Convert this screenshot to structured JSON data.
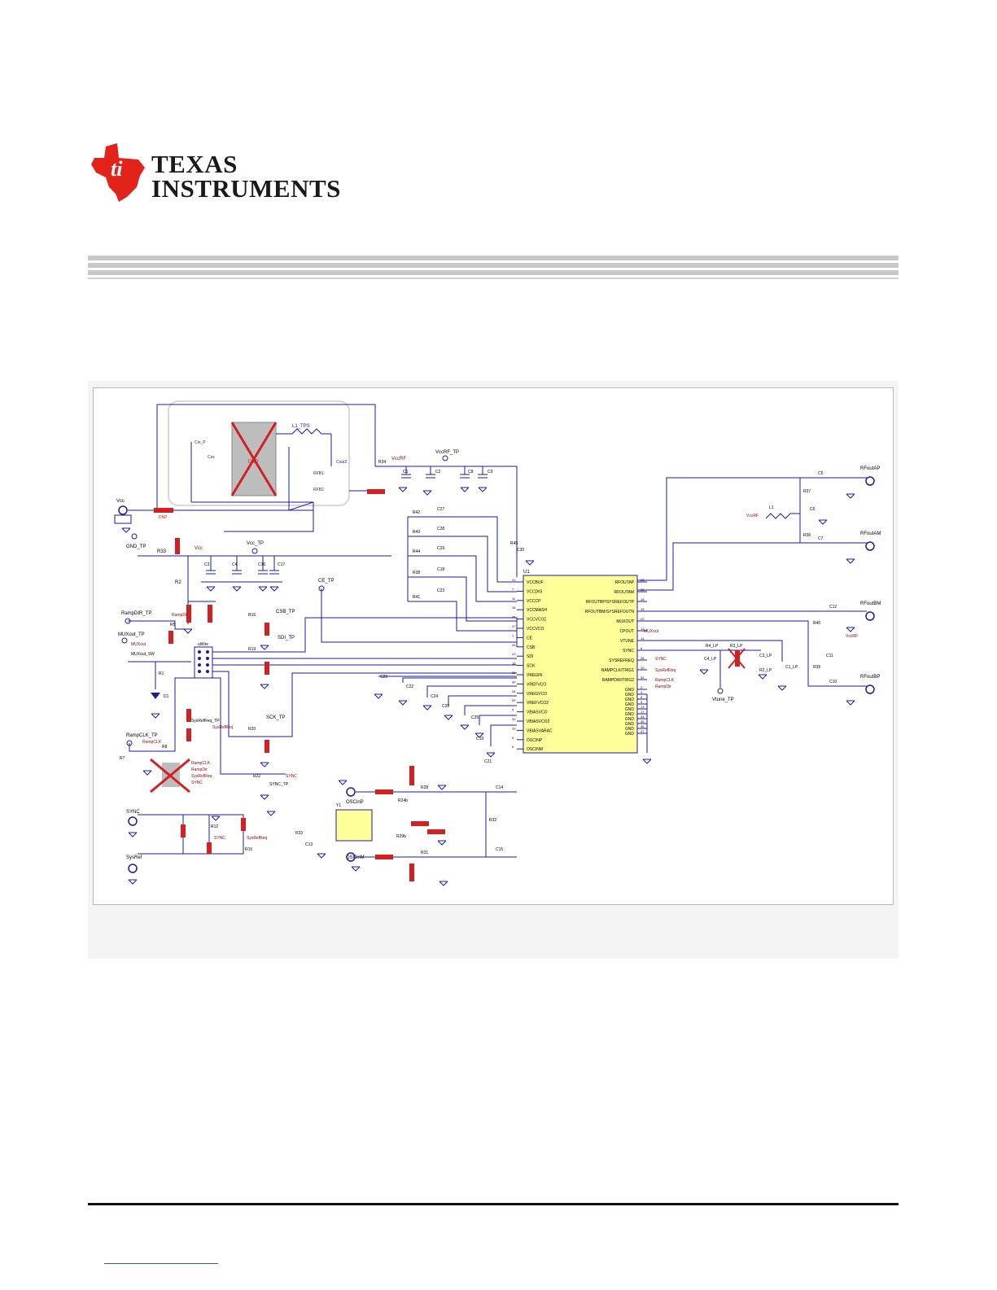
{
  "brand": {
    "line1": "Texas",
    "line2": "Instruments"
  },
  "colors": {
    "wire": "#1c1c9a",
    "dnp": "#d42020",
    "chip": "#ffff99",
    "logo_red": "#e2231a",
    "net": "#8b0000"
  },
  "ic": {
    "name": "U1",
    "left_pins": [
      "VCCBUF",
      "VCCDIG",
      "VCCCP",
      "VCCMASH",
      "VCCVCO2",
      "VCCVCO",
      "CE",
      "CSB",
      "SDI",
      "SCK",
      "VREGIN",
      "VREFVCO",
      "VREGVCO",
      "VREFVCO2",
      "VBIASVCO",
      "VBIASVCO2",
      "VBIASVARAC",
      "OSCINP",
      "OSCINM"
    ],
    "left_nums": [
      "21",
      "7",
      "11",
      "15",
      "26",
      "27",
      "1",
      "24",
      "23",
      "16",
      "25",
      "30",
      "28",
      "29",
      "3",
      "31",
      "33",
      "5",
      "6"
    ],
    "right_pins": [
      "RFOUTAP",
      "RFOUTAM",
      "RFOUTBP/SYSREFOUTP",
      "RFOUTBM/SYSREFOUTN",
      "MUXOUT",
      "CPOUT",
      "VTUNE",
      "SYNC",
      "SYSREFREQ",
      "RAMPCLK/TRIG1",
      "RAMPDIR/TRIG2",
      "GND",
      "GND",
      "GND",
      "GND",
      "GND",
      "GND",
      "GND",
      "GND",
      "GND",
      "GND"
    ],
    "right_nums": [
      "23",
      "22",
      "18",
      "19",
      "20",
      "12",
      "14",
      "6",
      "28",
      "10",
      "32",
      "2",
      "4",
      "8",
      "9",
      "13",
      "17",
      "34",
      "35",
      "36",
      "37"
    ]
  },
  "labels": {
    "vcc": "Vcc",
    "gnd_tp": "GND_TP",
    "vcc_tp": "Vcc_TP",
    "vccrf_tp": "VccRF_TP",
    "ce_tp": "CE_TP",
    "csb_tp": "CSB_TP",
    "sdi_tp": "SDI_TP",
    "sck_tp": "SCK_TP",
    "sync_tp": "SYNC_TP",
    "rampdir_tp": "RampDIR_TP",
    "muxout_tp": "MUXout_TP",
    "rampclk_tp": "RampCLK_TP",
    "sysrefreq_tp": "SysRefReq_TP",
    "vtune_tp": "Vtune_TP",
    "oscinp": "OSCinP",
    "oscinm": "OSCinM",
    "sync": "SYNC",
    "sysref": "SysRef",
    "rfoutap": "RFoutAP",
    "rfoutam": "RFoutAM",
    "rfoutbm": "RFoutBM",
    "rfoutbp": "RFoutBP",
    "l1_tps": "L1_TPS",
    "uwire": "uWire",
    "dnp": "DNP",
    "net_vccrf": "VccRF",
    "net_vcc": "Vcc",
    "net_muxout": "MUXout",
    "net_sync": "SYNC",
    "net_sysrefreq": "SysRefReq",
    "net_rampclk": "RampCLK",
    "net_rampdir": "RampDir",
    "muxout_sw": "MUXout_SW",
    "r34": "R34",
    "r2": "R2",
    "r33": "R33",
    "r5": "R5",
    "r1": "R1",
    "d1": "D1",
    "r8": "R8",
    "r7": "R7",
    "r16": "R16",
    "r19": "R19",
    "r20": "R20",
    "r22": "R22",
    "r12": "R12",
    "r15": "R15",
    "r24b": "R24b",
    "r28": "R28",
    "r29b": "R29b",
    "r31": "R31",
    "r32": "R32",
    "c14": "C14",
    "c15": "C15",
    "c13": "C13",
    "y1": "Y1",
    "r37": "R37",
    "r36": "R36",
    "l1": "L1",
    "c5": "C5",
    "c6": "C6",
    "c7": "C7",
    "r40": "R40",
    "r39": "R39",
    "c10": "C10",
    "c11": "C11",
    "c12": "C12",
    "r4_lp": "R4_LP",
    "c4_lp": "C4_LP",
    "r3_lp": "R3_LP",
    "c3_lp": "C3_LP",
    "r2_lp": "R2_LP",
    "c1_lp": "C1_LP",
    "c1": "C1",
    "c2": "C2",
    "c8": "C8",
    "c9": "C9",
    "c3": "C3",
    "c4": "C4",
    "c16": "C16",
    "c17": "C17",
    "r45": "R45",
    "c30": "C30",
    "r42": "R42",
    "r43": "R43",
    "r44": "R44",
    "r38": "R38",
    "r41": "R41",
    "c27": "C27",
    "c28": "C28",
    "c29": "C29",
    "c18": "C18",
    "c23": "C23",
    "c26": "C26",
    "c22": "C22",
    "c24": "C24",
    "c20": "C20",
    "c25": "C25",
    "c19": "C19",
    "c21": "C21",
    "cin_p": "Cin_P",
    "css": "Css",
    "cout2": "Cout2",
    "rfb1": "RFB1",
    "rfb2": "RFB2",
    "rsns1": "RSNS1"
  }
}
